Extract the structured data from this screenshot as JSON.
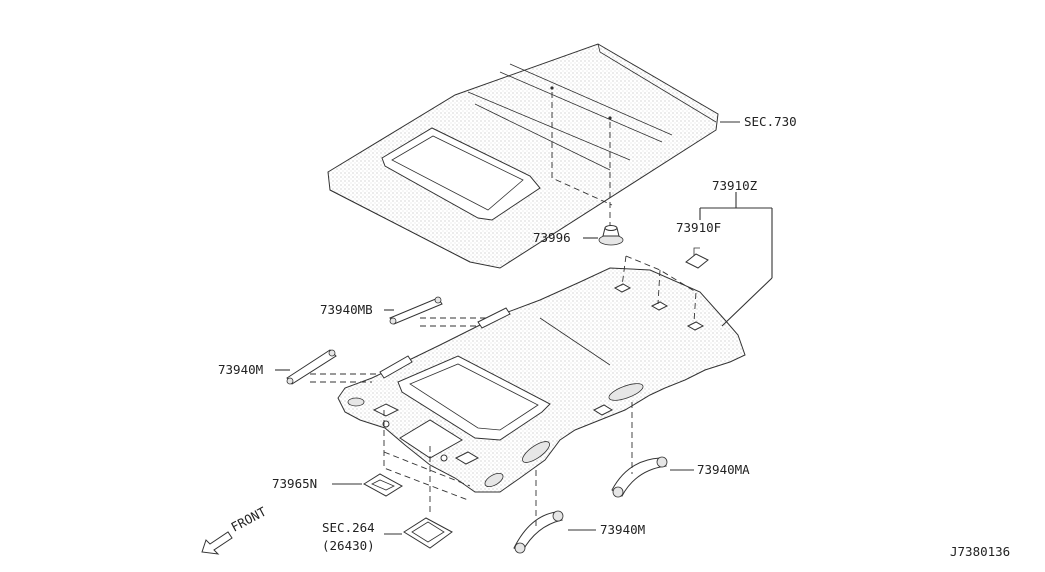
{
  "labels": {
    "roof": "SEC.730",
    "headlining_kit": "73910Z",
    "headlining_trim": "73910F",
    "clip": "73996",
    "grip_rear_left": "73940MB",
    "grip_front_left": "73940M",
    "grip_rear_right": "73940MA",
    "grip_front_right": "73940M",
    "bracket": "73965N",
    "lamp_ref_sec": "SEC.264",
    "lamp_ref_part": "(26430)",
    "front_arrow": "FRONT",
    "diagram_code": "J7380136"
  }
}
